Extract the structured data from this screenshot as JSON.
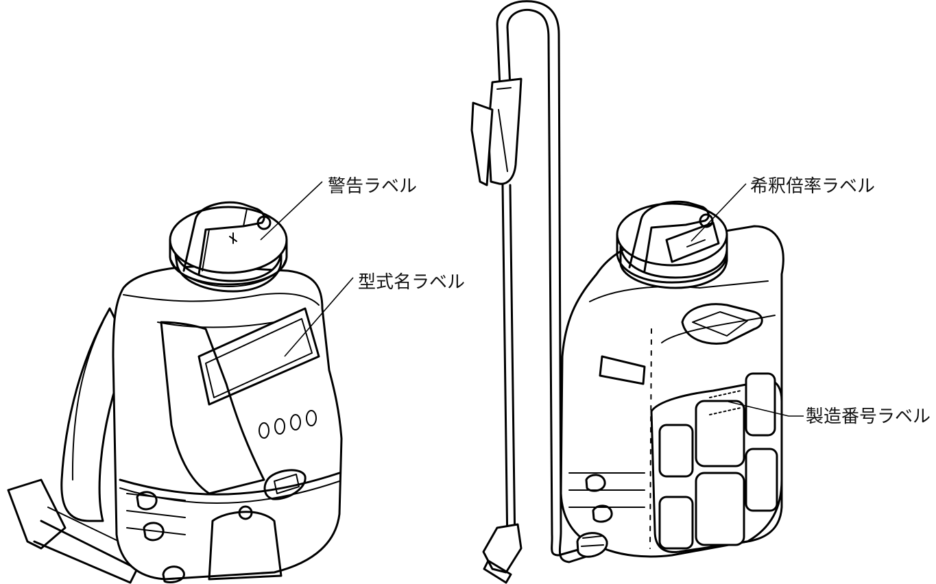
{
  "labels": {
    "warning": "警告ラベル",
    "model": "型式名ラベル",
    "dilution": "希釈倍率ラベル",
    "serial": "製造番号ラベル"
  }
}
